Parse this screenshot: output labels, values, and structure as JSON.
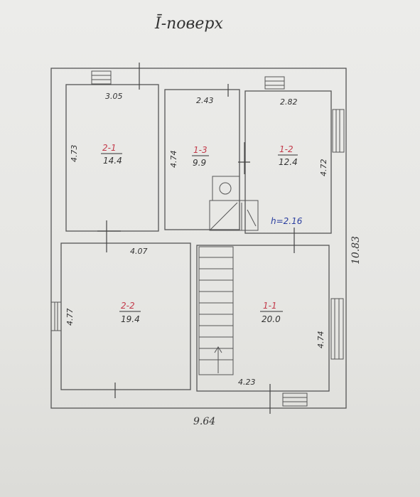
{
  "title": "Ī-поверх",
  "overall": {
    "width": "9.64",
    "depth": "10.83",
    "height": "h=2.16"
  },
  "rooms": [
    {
      "id": "2-1",
      "area": "14.4",
      "top_dim": "3.05",
      "side_dim": "4.73"
    },
    {
      "id": "1-3",
      "area": "9.9",
      "top_dim": "2.43",
      "side_dim": "4.74"
    },
    {
      "id": "1-2",
      "area": "12.4",
      "top_dim": "2.82",
      "side_dim": "4.72"
    },
    {
      "id": "2-2",
      "area": "19.4",
      "top_dim": "4.07",
      "side_dim": "4.77"
    },
    {
      "id": "1-1",
      "area": "20.0",
      "top_dim": "4.23",
      "side_dim": "4.74"
    }
  ],
  "colors": {
    "room_id": "#c33a4a",
    "height_note": "#2b3fa0",
    "ink": "#333333"
  }
}
